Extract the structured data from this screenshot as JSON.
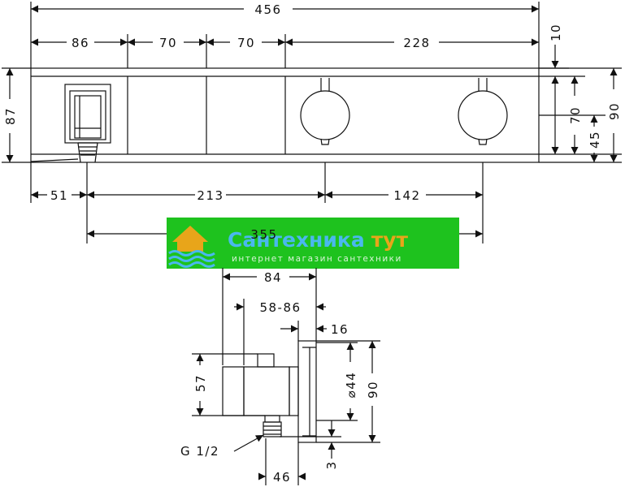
{
  "front_view": {
    "overall_width": "456",
    "top_offset": "10",
    "segment_1": "86",
    "segment_2": "70",
    "segment_3": "70",
    "segment_4": "228",
    "height": "87",
    "total_height": "90",
    "knob_offset": "70",
    "knob_center_height": "45",
    "outlet_offset": "51",
    "outlet_to_knob": "213",
    "knob_spacing": "142",
    "outlet_to_knob_total": "355"
  },
  "side_view": {
    "depth": "84",
    "adjust_range": "58-86",
    "plate_depth": "16",
    "body_height": "57",
    "diameter": "⌀44",
    "plate_height": "90",
    "thread": "G 1/2",
    "bottom_offset": "3",
    "outlet_depth": "46"
  },
  "watermark": {
    "title_part1": "Сантехника",
    "title_part2": "тут",
    "subtitle": "интернет магазин сантехники",
    "background_color": "#1ec21e",
    "title_color": "#4ab8ee",
    "accent_color": "#e8a51a"
  },
  "colors": {
    "line": "#111111",
    "background": "#ffffff"
  }
}
